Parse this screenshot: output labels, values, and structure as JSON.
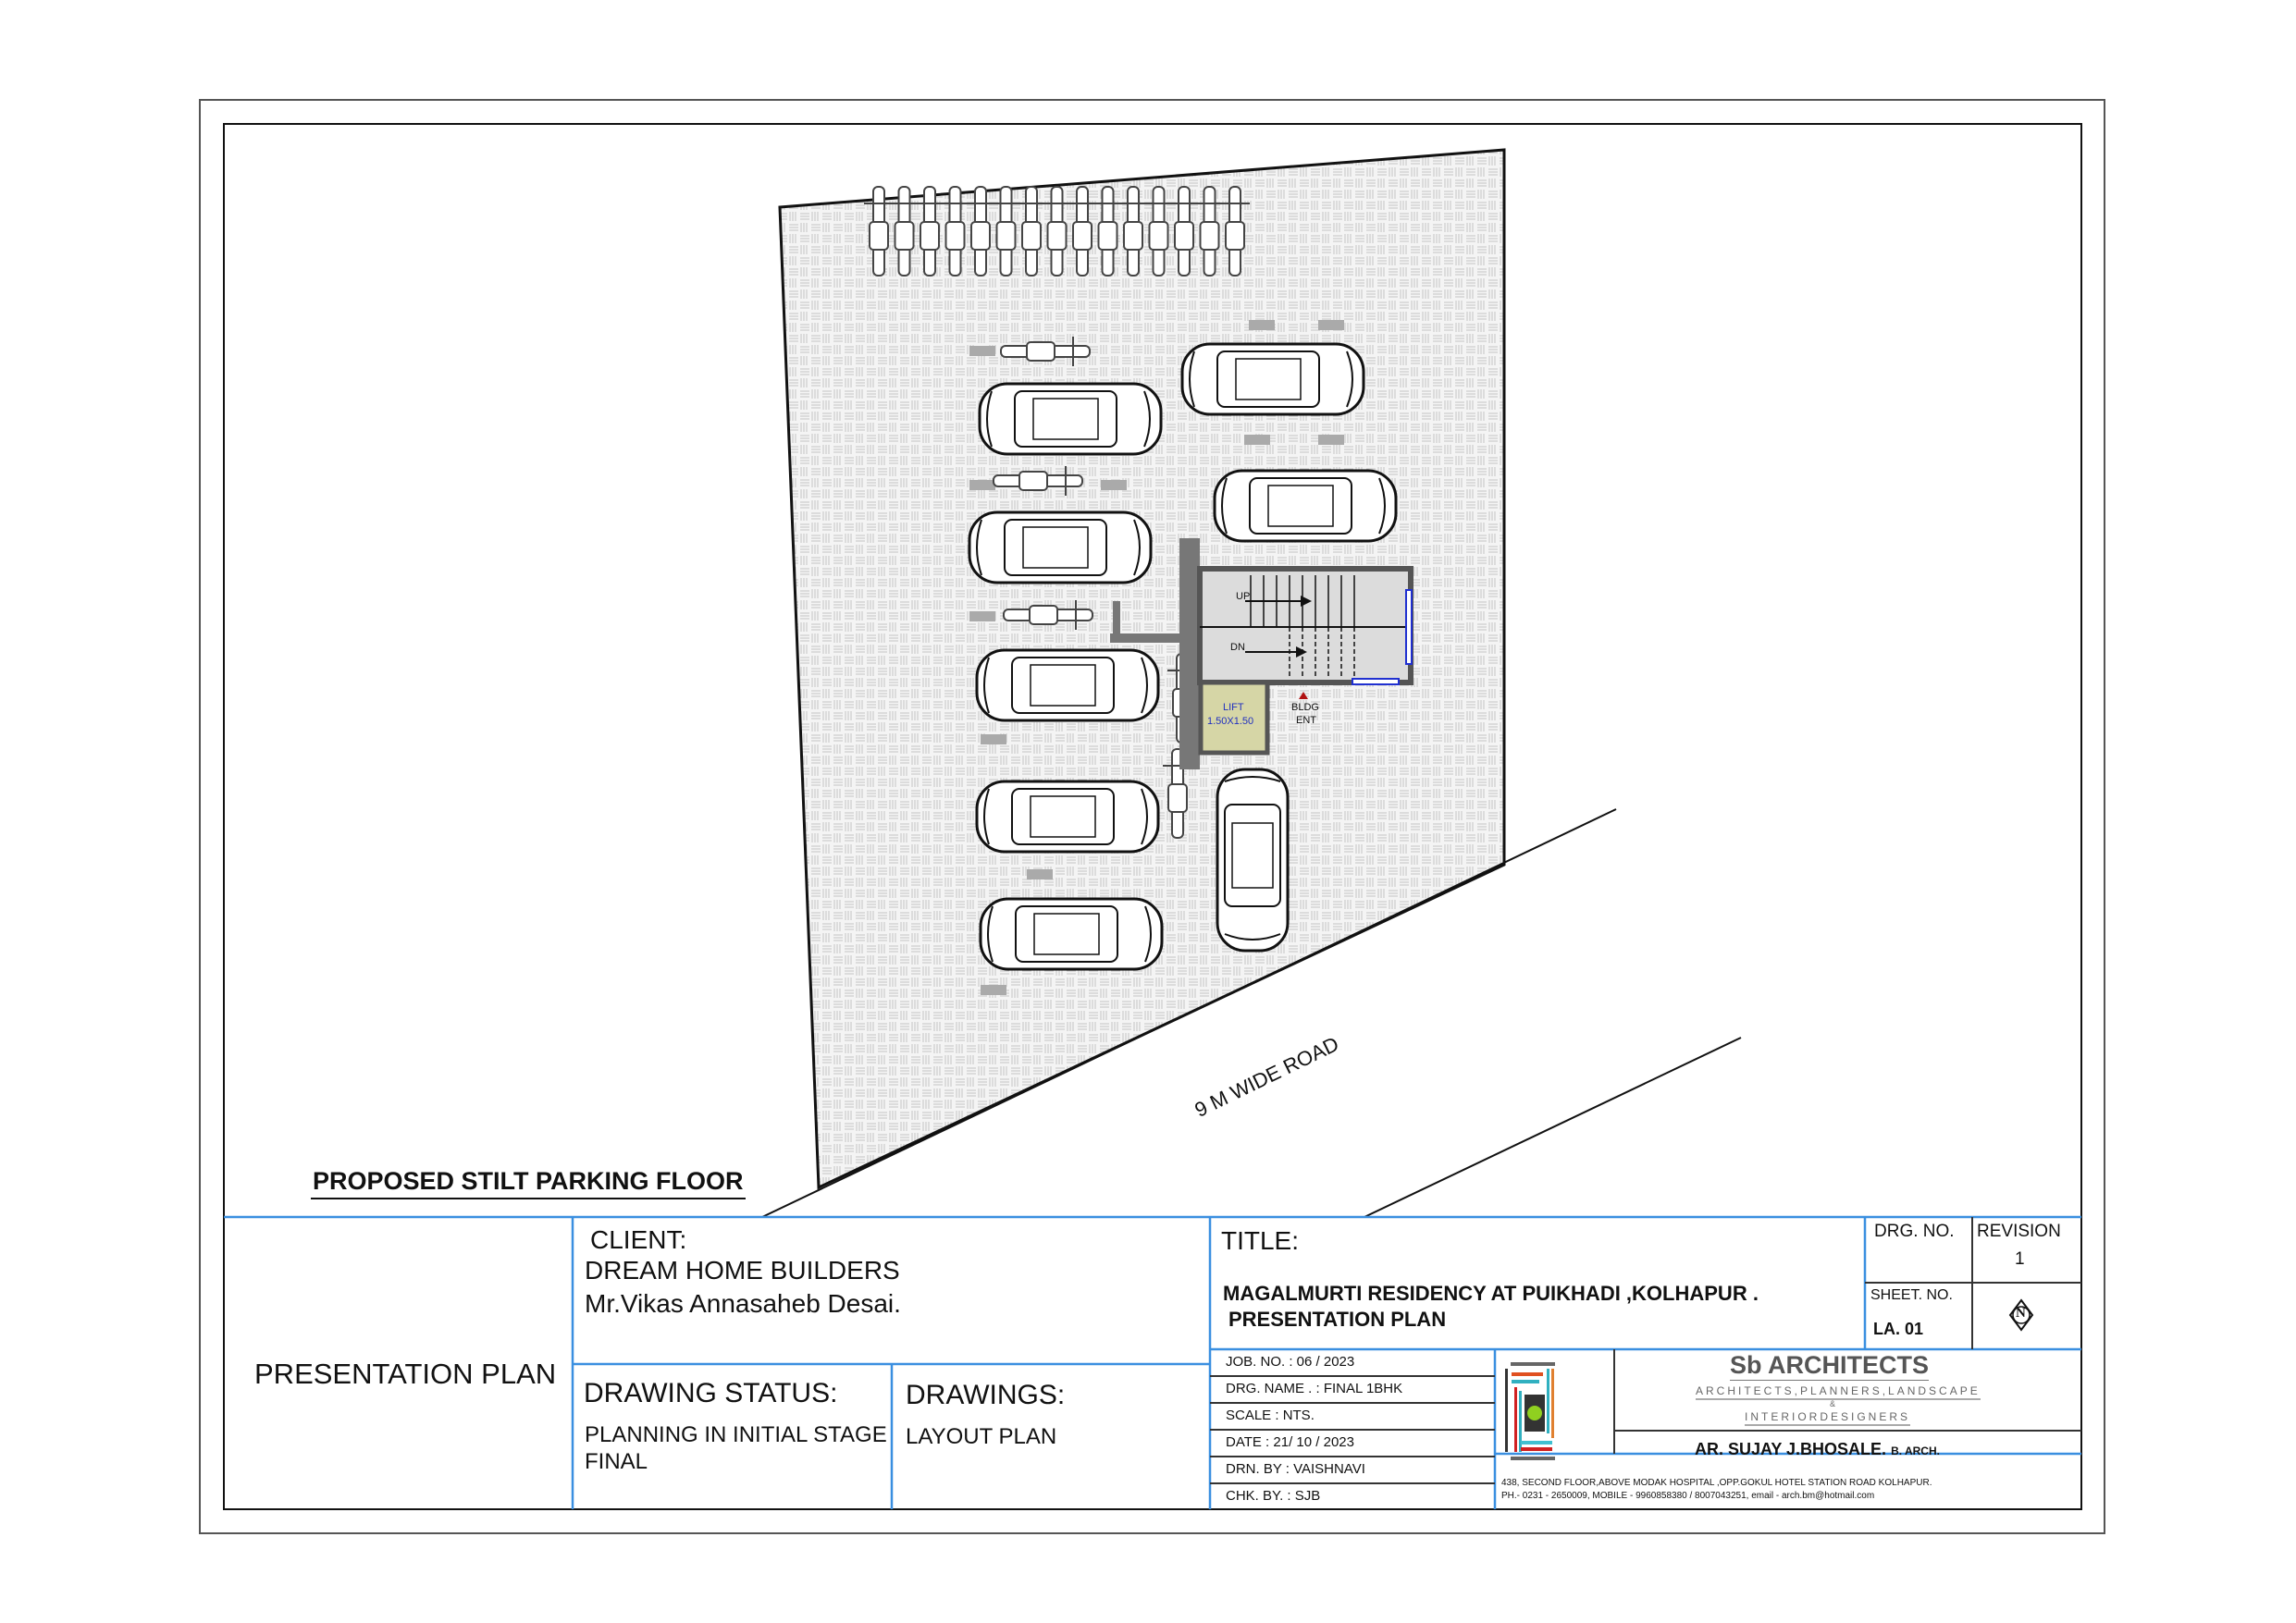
{
  "drawing": {
    "caption": "PROPOSED STILT PARKING FLOOR",
    "road_label": "9 M WIDE ROAD",
    "stair_up": "UP",
    "stair_dn": "DN",
    "lift_label": "LIFT",
    "lift_size": "1.50X1.50",
    "entrance_line1": "BLDG",
    "entrance_line2": "ENT"
  },
  "title_block": {
    "sheet_purpose": "PRESENTATION PLAN",
    "client_heading": "CLIENT:",
    "client_name": "DREAM HOME BUILDERS",
    "client_person": "Mr.Vikas Annasaheb Desai.",
    "status_heading": "DRAWING STATUS:",
    "status_line1": "PLANNING IN INITIAL STAGE",
    "status_line2": "FINAL",
    "drawings_heading": "DRAWINGS:",
    "drawings_value": "LAYOUT PLAN",
    "title_heading": "TITLE:",
    "title_line1": "MAGALMURTI RESIDENCY AT PUIKHADI ,KOLHAPUR .",
    "title_line2": "PRESENTATION PLAN",
    "drg_no_label": "DRG. NO.",
    "revision_label": "REVISION",
    "revision_value": "1",
    "sheet_no_label": "SHEET. NO.",
    "sheet_no_value": "LA. 01",
    "north_symbol": "N",
    "info_rows": [
      "JOB. NO. : 06 / 2023",
      "DRG. NAME . : FINAL 1BHK",
      "SCALE : NTS.",
      "DATE : 21/ 10 / 2023",
      "DRN. BY : VAISHNAVI",
      "CHK. BY. : SJB"
    ],
    "firm_name": "Sb ARCHITECTS",
    "firm_tagline1": "ARCHITECTS,PLANNERS,LANDSCAPE",
    "firm_amp": "&",
    "firm_tagline2": "INTERIORDESIGNERS",
    "architect": "AR. SUJAY J.BHOSALE.",
    "architect_degree": "B. ARCH.",
    "address": "438, SECOND FLOOR,ABOVE MODAK HOSPITAL ,OPP.GOKUL HOTEL STATION ROAD KOLHAPUR.",
    "contact": "PH.- 0231 - 2650009, MOBILE - 9960858380 / 8007043251, email - arch.bm@hotmail.com"
  },
  "colors": {
    "border_blue": "#3a8fe0",
    "lift_fill": "#d6d6a6",
    "stair_fill": "#dcdcdc",
    "paving": "#f2f2f2"
  }
}
